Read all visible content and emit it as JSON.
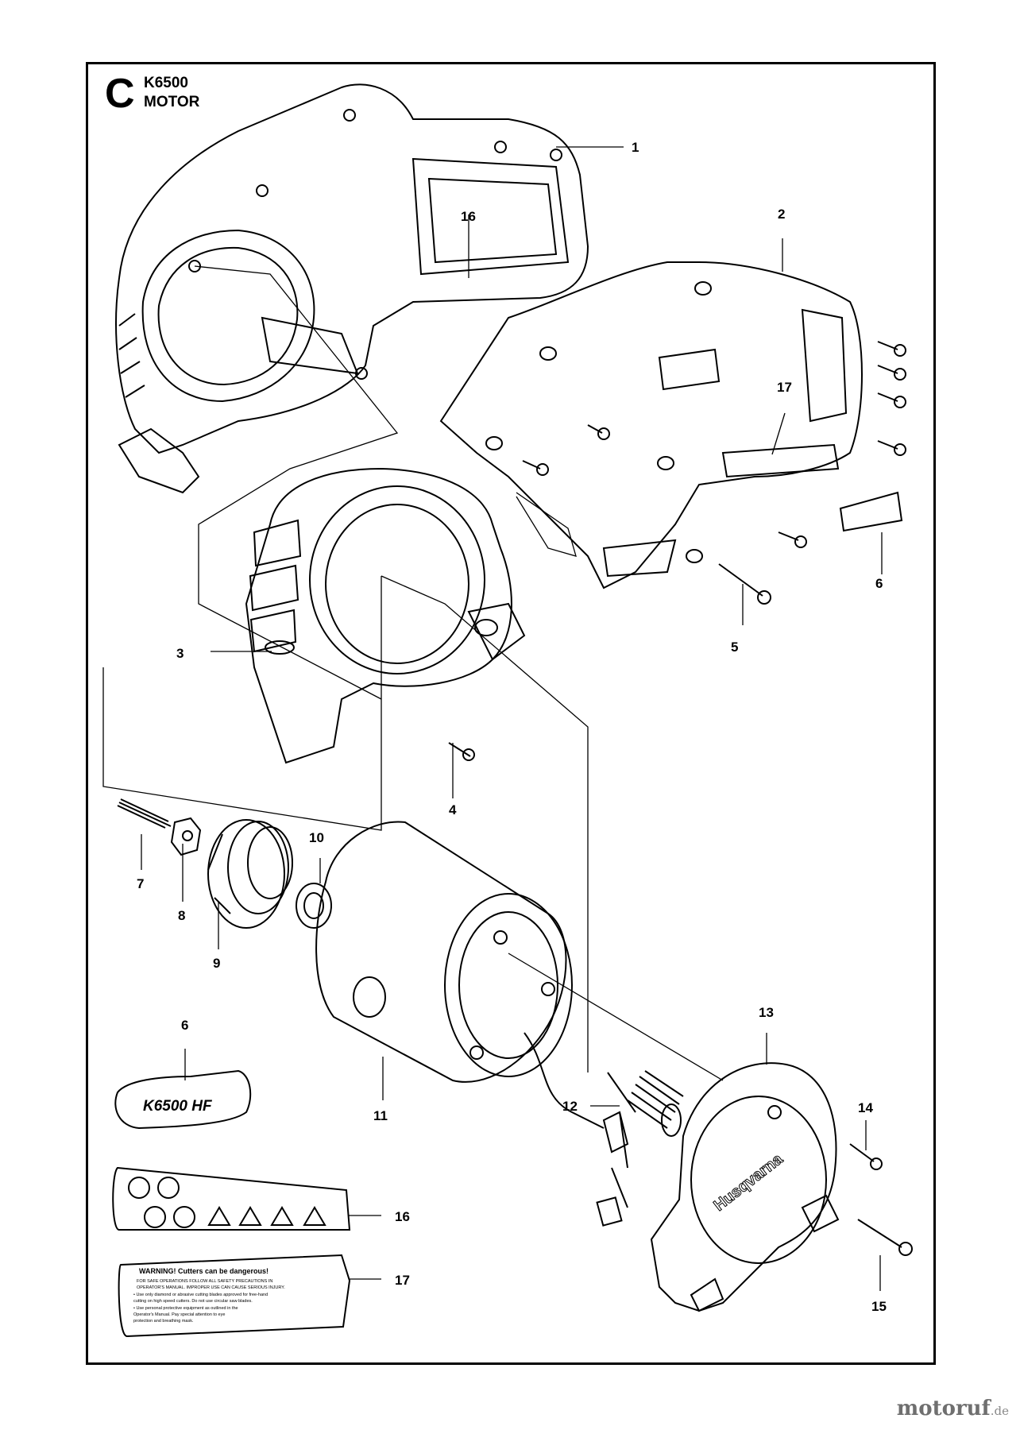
{
  "header": {
    "section_letter": "C",
    "model": "K6500",
    "group": "MOTOR"
  },
  "callouts": [
    {
      "id": "1",
      "label": "1"
    },
    {
      "id": "2",
      "label": "2"
    },
    {
      "id": "3",
      "label": "3"
    },
    {
      "id": "4",
      "label": "4"
    },
    {
      "id": "5",
      "label": "5"
    },
    {
      "id": "6a",
      "label": "6"
    },
    {
      "id": "6b",
      "label": "6"
    },
    {
      "id": "7",
      "label": "7"
    },
    {
      "id": "8",
      "label": "8"
    },
    {
      "id": "9",
      "label": "9"
    },
    {
      "id": "10",
      "label": "10"
    },
    {
      "id": "11",
      "label": "11"
    },
    {
      "id": "12",
      "label": "12"
    },
    {
      "id": "13",
      "label": "13"
    },
    {
      "id": "14",
      "label": "14"
    },
    {
      "id": "15",
      "label": "15"
    },
    {
      "id": "16a",
      "label": "16"
    },
    {
      "id": "16b",
      "label": "16"
    },
    {
      "id": "17a",
      "label": "17"
    },
    {
      "id": "17b",
      "label": "17"
    }
  ],
  "decal_k6500": "K6500 HF",
  "brand_on_cover": "Husqvarna",
  "warning_decal": {
    "title": "WARNING! Cutters can be dangerous!",
    "lines": [
      "FOR SAFE OPERATIONS FOLLOW ALL SAFETY PRECAUTIONS IN",
      "OPERATOR'S MANUAL. IMPROPER USE CAN CAUSE SERIOUS INJURY.",
      "• Use only diamond or abrasive cutting blades approved for free-hand",
      "cutting on high speed cutters. Do not use circular saw blades.",
      "• Use personal protective equipment as outlined in the",
      "Operator's Manual. Pay special attention to eye",
      "protection and breathing mask."
    ]
  },
  "watermark": {
    "main": "motoruf",
    "tld": ".de"
  }
}
